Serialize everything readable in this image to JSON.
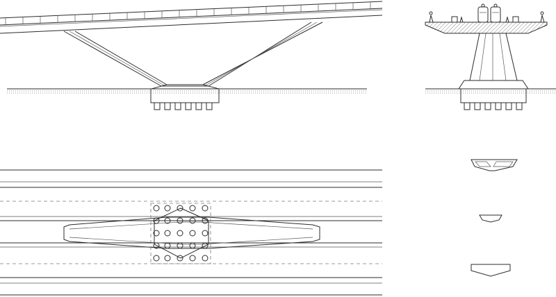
{
  "drawing": {
    "views": [
      "elevation",
      "cross-section",
      "plan",
      "pier-sections"
    ],
    "line_color": "#2b2b2b",
    "background": "#ffffff"
  }
}
